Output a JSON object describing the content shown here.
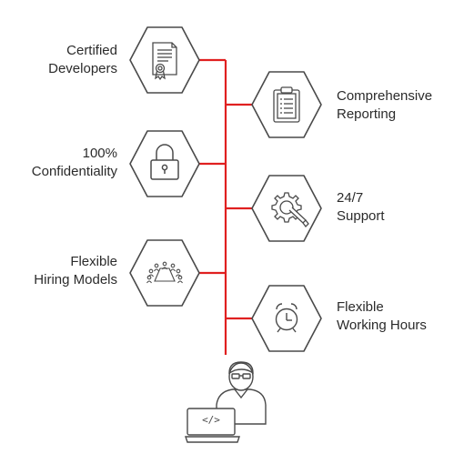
{
  "colors": {
    "connector": "#e02020",
    "stroke": "#4a4a4a",
    "text": "#2b2b2b"
  },
  "features": {
    "certified": {
      "line1": "Certified",
      "line2": "Developers",
      "icon": "certificate-icon"
    },
    "reporting": {
      "line1": "Comprehensive",
      "line2": "Reporting",
      "icon": "clipboard-report-icon"
    },
    "confidentiality": {
      "line1": "100%",
      "line2": "Confidentiality",
      "icon": "padlock-icon"
    },
    "support": {
      "line1": "24/7",
      "line2": "Support",
      "icon": "gear-wrench-icon"
    },
    "hiring": {
      "line1": "Flexible",
      "line2": "Hiring Models",
      "icon": "meeting-table-icon"
    },
    "hours": {
      "line1": "Flexible",
      "line2": "Working Hours",
      "icon": "alarm-clock-icon"
    }
  },
  "developer": {
    "icon": "developer-laptop-icon",
    "screen_text": "</>"
  }
}
